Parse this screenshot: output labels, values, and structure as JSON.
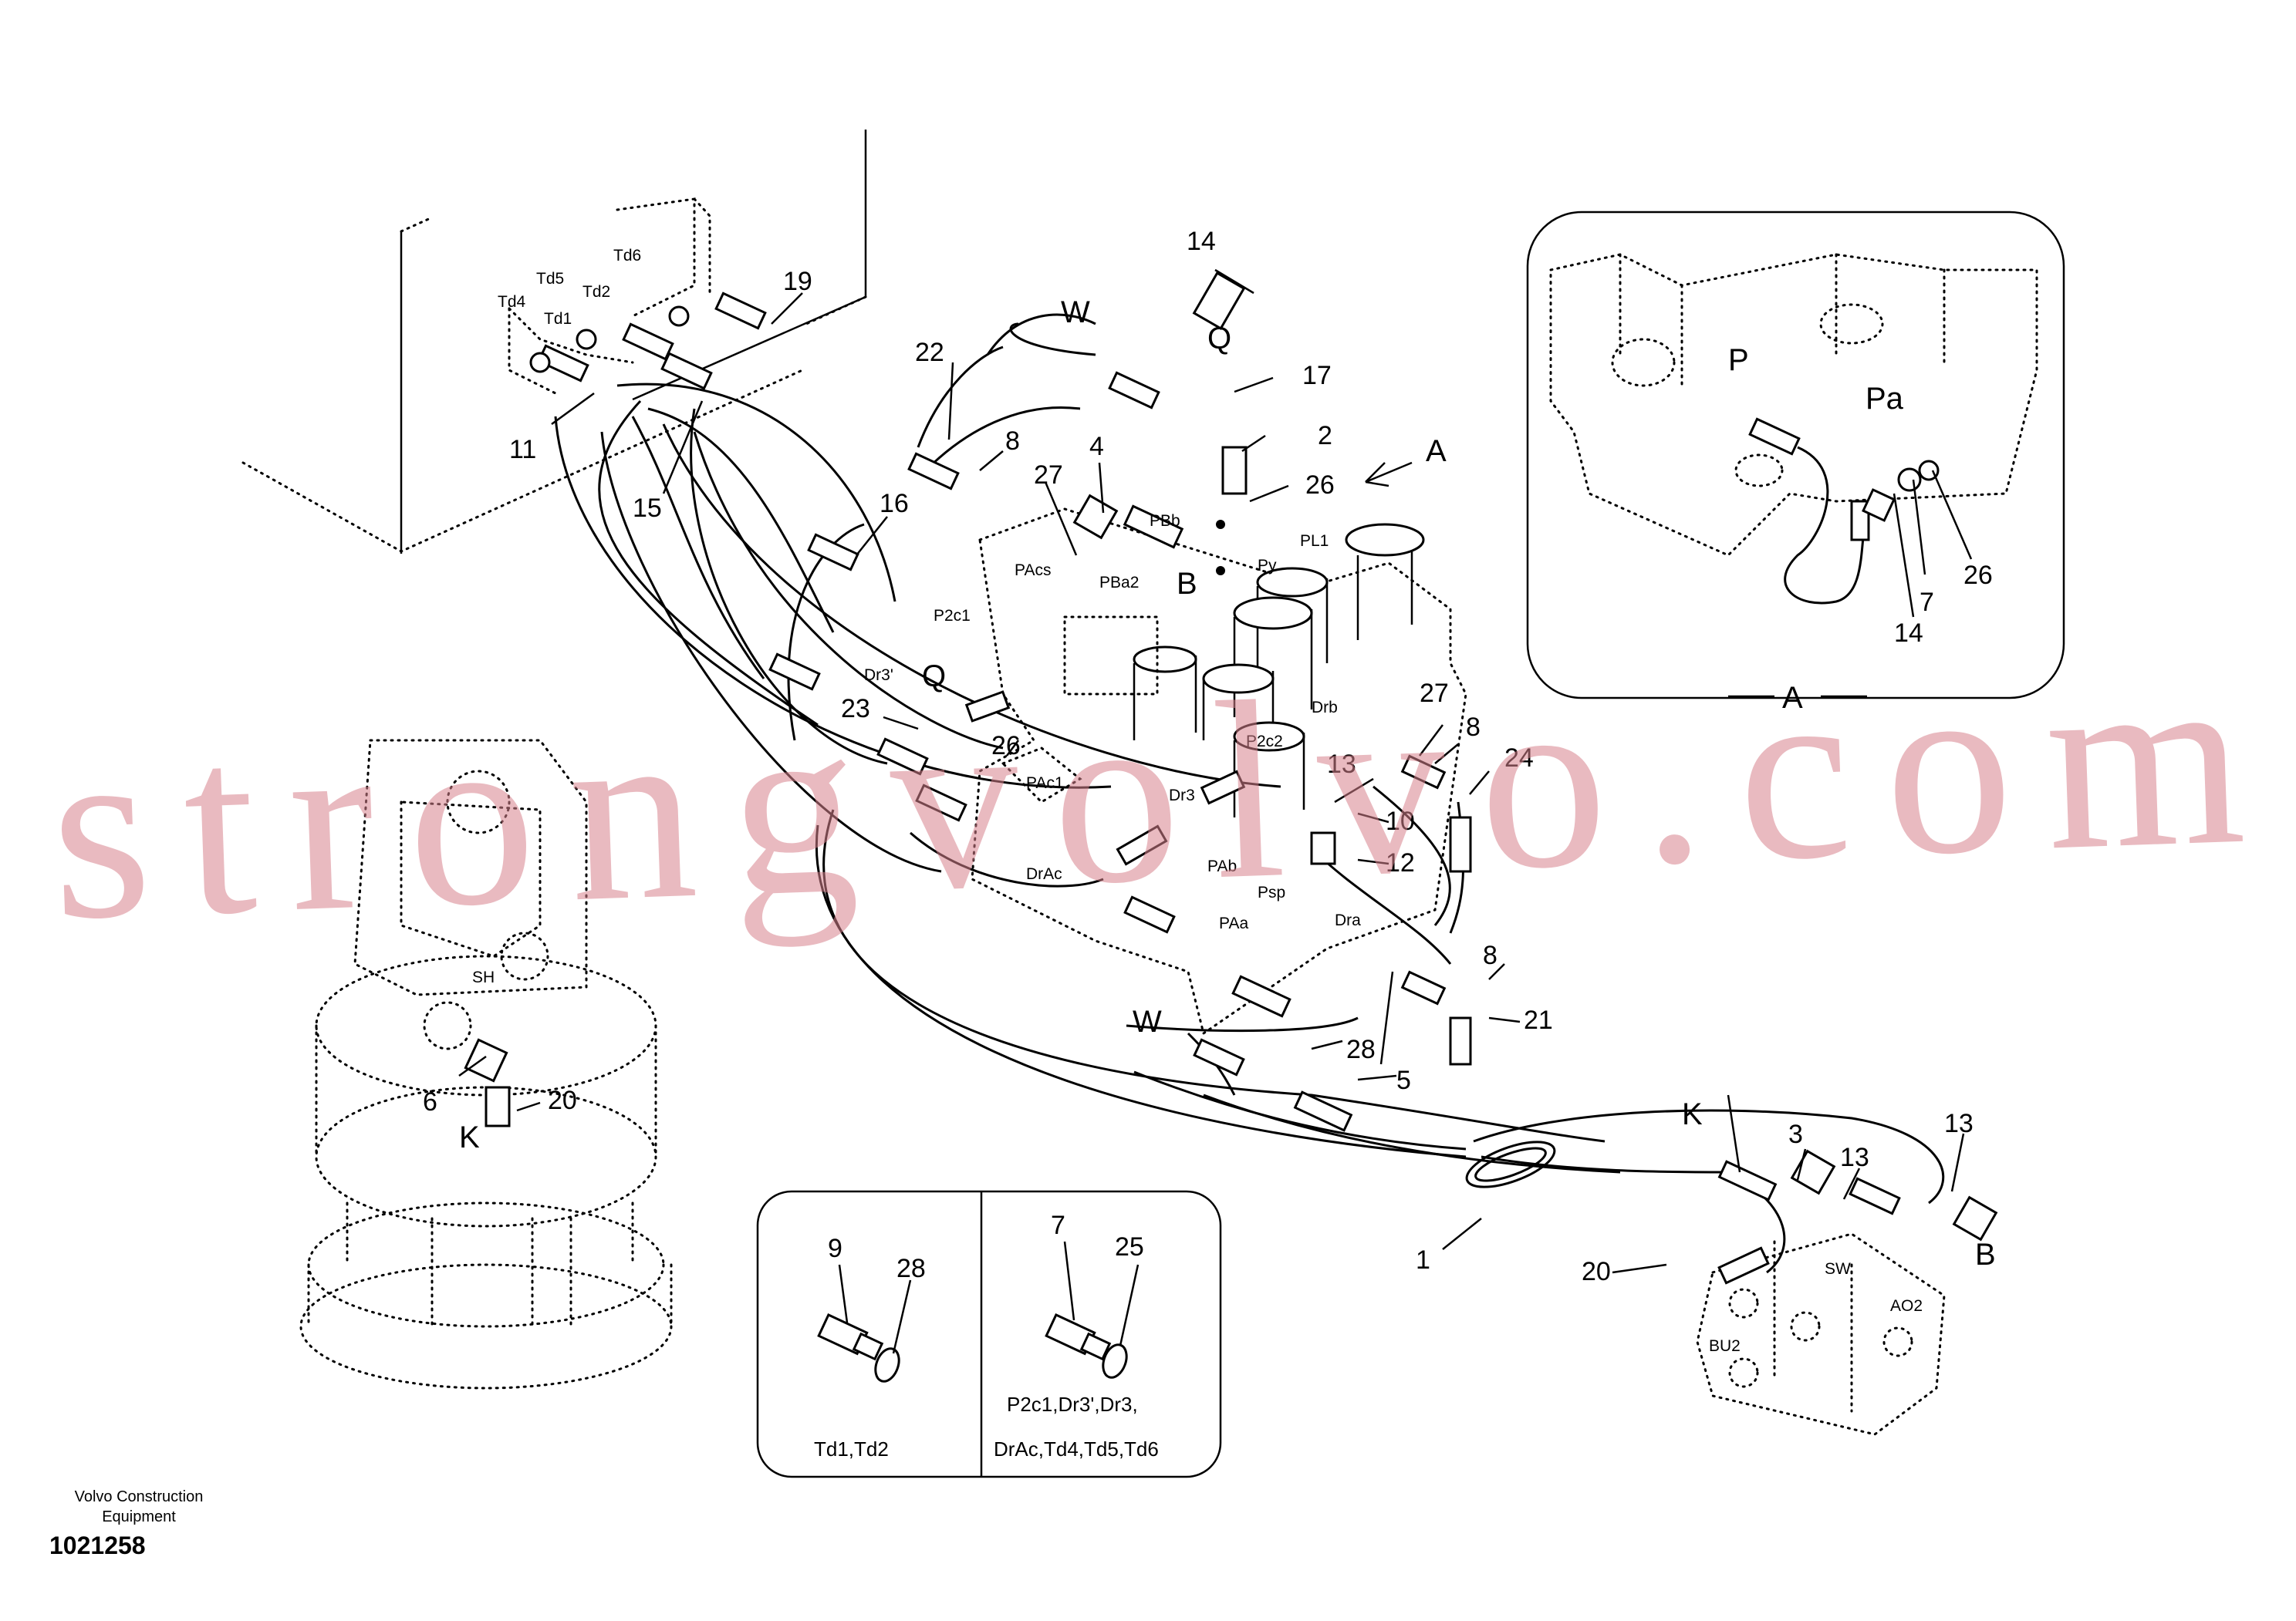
{
  "callouts": [
    "1",
    "2",
    "3",
    "4",
    "5",
    "6",
    "7",
    "8",
    "8",
    "8",
    "9",
    "10",
    "11",
    "12",
    "13",
    "14",
    "15",
    "16",
    "17",
    "19",
    "20",
    "21",
    "22",
    "23",
    "24",
    "25",
    "26",
    "26",
    "27",
    "27",
    "28",
    "13",
    "14",
    "7",
    "26"
  ],
  "ports": {
    "td6": "Td6",
    "td5": "Td5",
    "td2": "Td2",
    "td4": "Td4",
    "td1": "Td1",
    "pacs": "PAcs",
    "pba2": "PBa2",
    "pbb": "PBb",
    "py": "Py",
    "pl1": "PL1",
    "p2c1": "P2c1",
    "dr3p": "Dr3'",
    "pac1": "PAc1",
    "drac": "DrAc",
    "dr3": "Dr3",
    "p2c2": "P2c2",
    "drb": "Drb",
    "pab": "PAb",
    "paa": "PAa",
    "psp": "Psp",
    "dra": "Dra",
    "sh": "SH",
    "sw": "SW",
    "ao2": "AO2",
    "bu2": "BU2",
    "p": "P",
    "pa": "Pa"
  },
  "letters": {
    "w1": "W",
    "q1": "Q",
    "a_arrow": "A",
    "b1": "B",
    "q2": "Q",
    "w2": "W",
    "k1": "K",
    "k2": "K",
    "b2": "B",
    "detail_a": "A"
  },
  "inset_left_label": "Td1,Td2",
  "inset_right_label_1": "P2c1,Dr3',Dr3,",
  "inset_right_label_2": "DrAc,Td4,Td5,Td6",
  "watermark": "strongvolvo.com",
  "publisher_line1": "Volvo Construction",
  "publisher_line2": "Equipment",
  "doc_number": "1021258"
}
